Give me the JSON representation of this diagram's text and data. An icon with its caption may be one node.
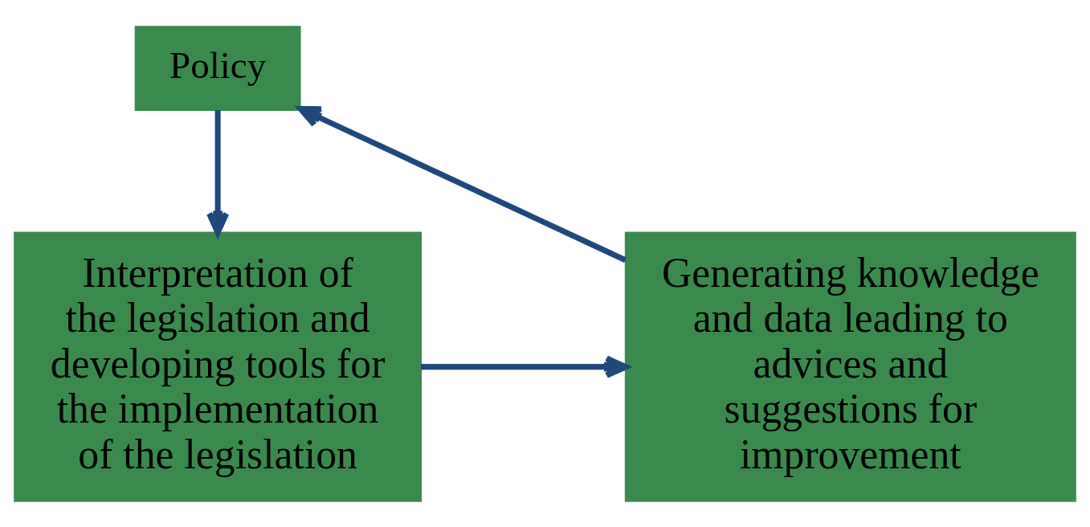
{
  "diagram": {
    "nodes": [
      {
        "text": [
          "Policy"
        ]
      },
      {
        "text": [
          "Interpretation of the legislation and developing tools for the implementation of the legislation"
        ]
      },
      {
        "text": [
          "Generating knowledge and data leading to advices and suggestions for improvement"
        ]
      }
    ],
    "edges": [
      {
        "from": 0,
        "to": 1,
        "arrow": "to"
      },
      {
        "from": 1,
        "to": 2,
        "arrow": "to"
      },
      {
        "from": 2,
        "to": 0,
        "arrow": "to"
      }
    ]
  }
}
